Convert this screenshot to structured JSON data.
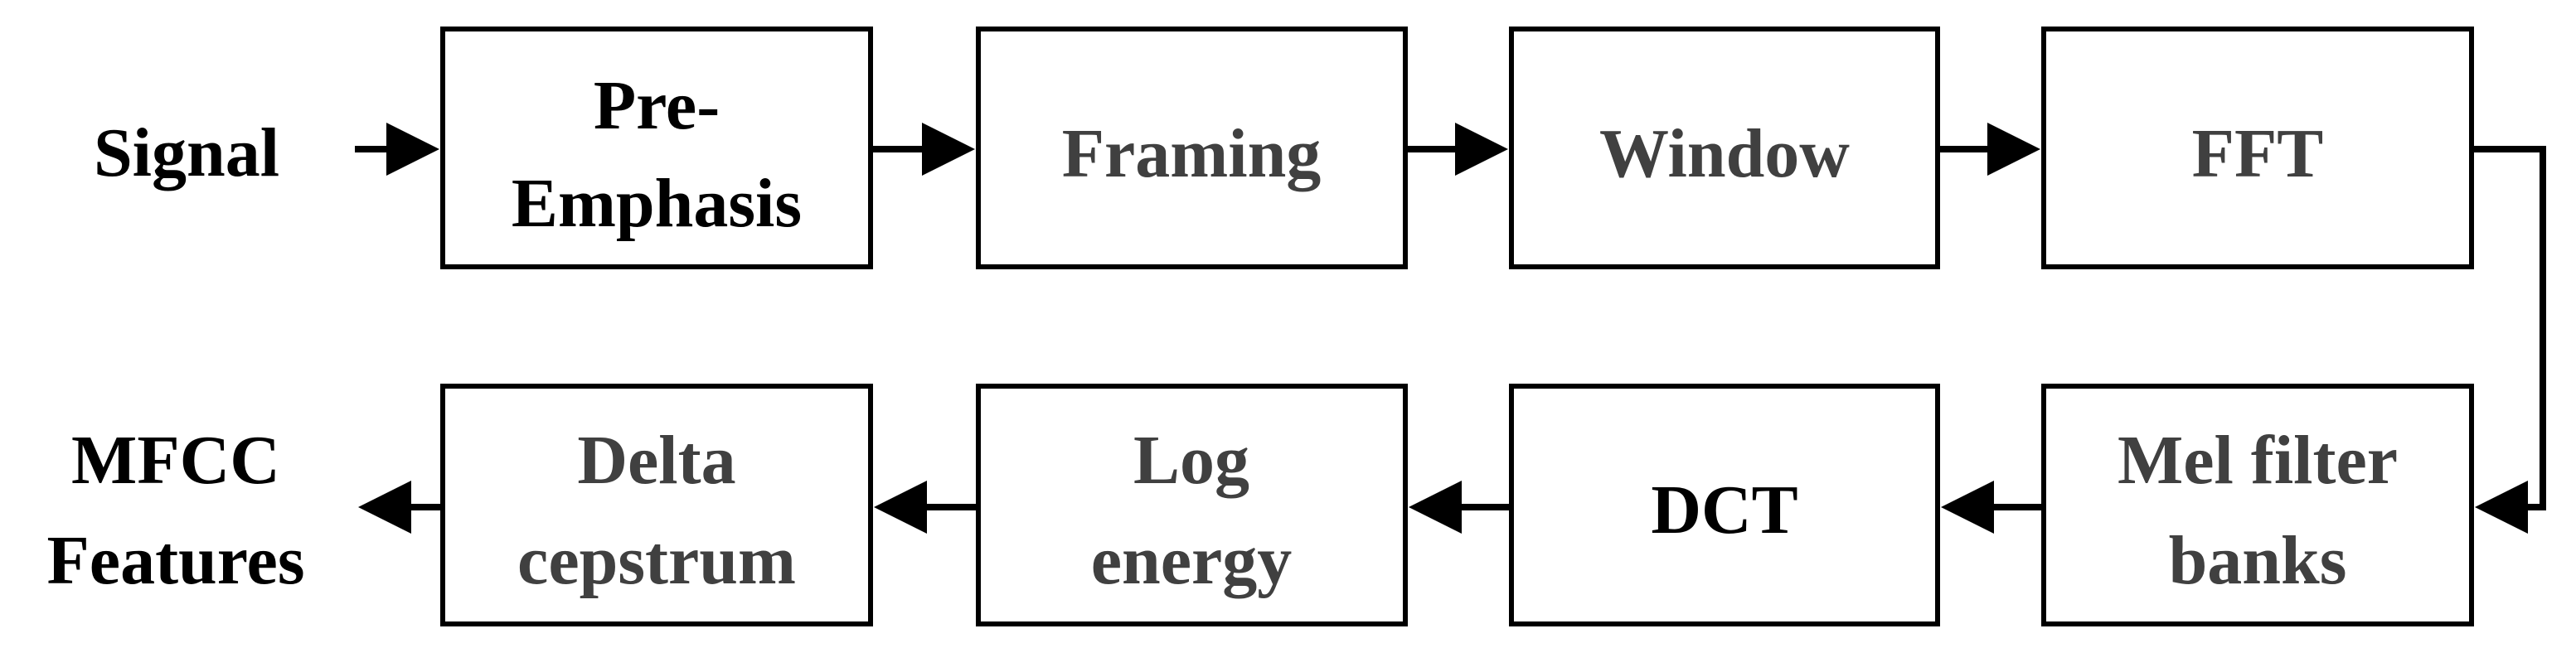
{
  "diagram": {
    "input_label": "Signal",
    "output_label": [
      "MFCC",
      "Features"
    ],
    "top_row": [
      {
        "lines": [
          "Pre-",
          "Emphasis"
        ],
        "color": "#000000"
      },
      {
        "lines": [
          "Framing"
        ],
        "color": "#404040"
      },
      {
        "lines": [
          "Window"
        ],
        "color": "#404040"
      },
      {
        "lines": [
          "FFT"
        ],
        "color": "#404040"
      }
    ],
    "bottom_row": [
      {
        "lines": [
          "Delta",
          "cepstrum"
        ],
        "color": "#404040"
      },
      {
        "lines": [
          "Log",
          "energy"
        ],
        "color": "#404040"
      },
      {
        "lines": [
          "DCT"
        ],
        "color": "#000000"
      },
      {
        "lines": [
          "Mel filter",
          "banks"
        ],
        "color": "#404040"
      }
    ]
  }
}
